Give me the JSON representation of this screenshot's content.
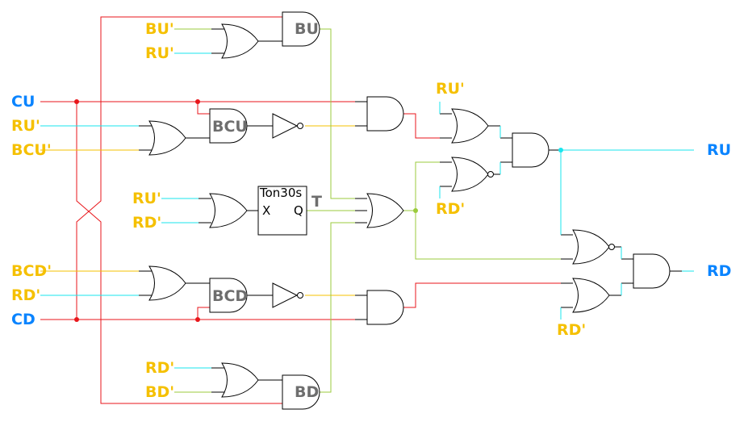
{
  "diagram": {
    "type": "logic-circuit",
    "colors": {
      "wire_red": "#e8161b",
      "wire_cyan": "#19e6ee",
      "wire_yellow": "#f5c000",
      "wire_green": "#9bcb3c",
      "input_label": "#f5c000",
      "io_label": "#0a84ff",
      "gate_label": "#6e6e6e"
    },
    "inputs": {
      "cu": "CU",
      "ru_prime_left": "RU'",
      "bcu_prime": "BCU'",
      "bcd_prime": "BCD'",
      "rd_prime_left": "RD'",
      "cd": "CD"
    },
    "top_block": {
      "in1": "BU'",
      "in2": "RU'",
      "gate": "BU"
    },
    "bottom_block": {
      "in1": "RD'",
      "in2": "BD'",
      "gate": "BD"
    },
    "bcu_gate": "BCU",
    "bcd_gate": "BCD",
    "timer": {
      "title": "Ton30s",
      "in_port": "X",
      "out_port": "Q",
      "out_label": "T",
      "in1": "RU'",
      "in2": "RD'"
    },
    "right": {
      "or_top_in": "RU'",
      "nor_top_in": "RD'",
      "or_bottom_in": "RD'",
      "out_ru": "RU",
      "out_rd": "RD"
    }
  }
}
